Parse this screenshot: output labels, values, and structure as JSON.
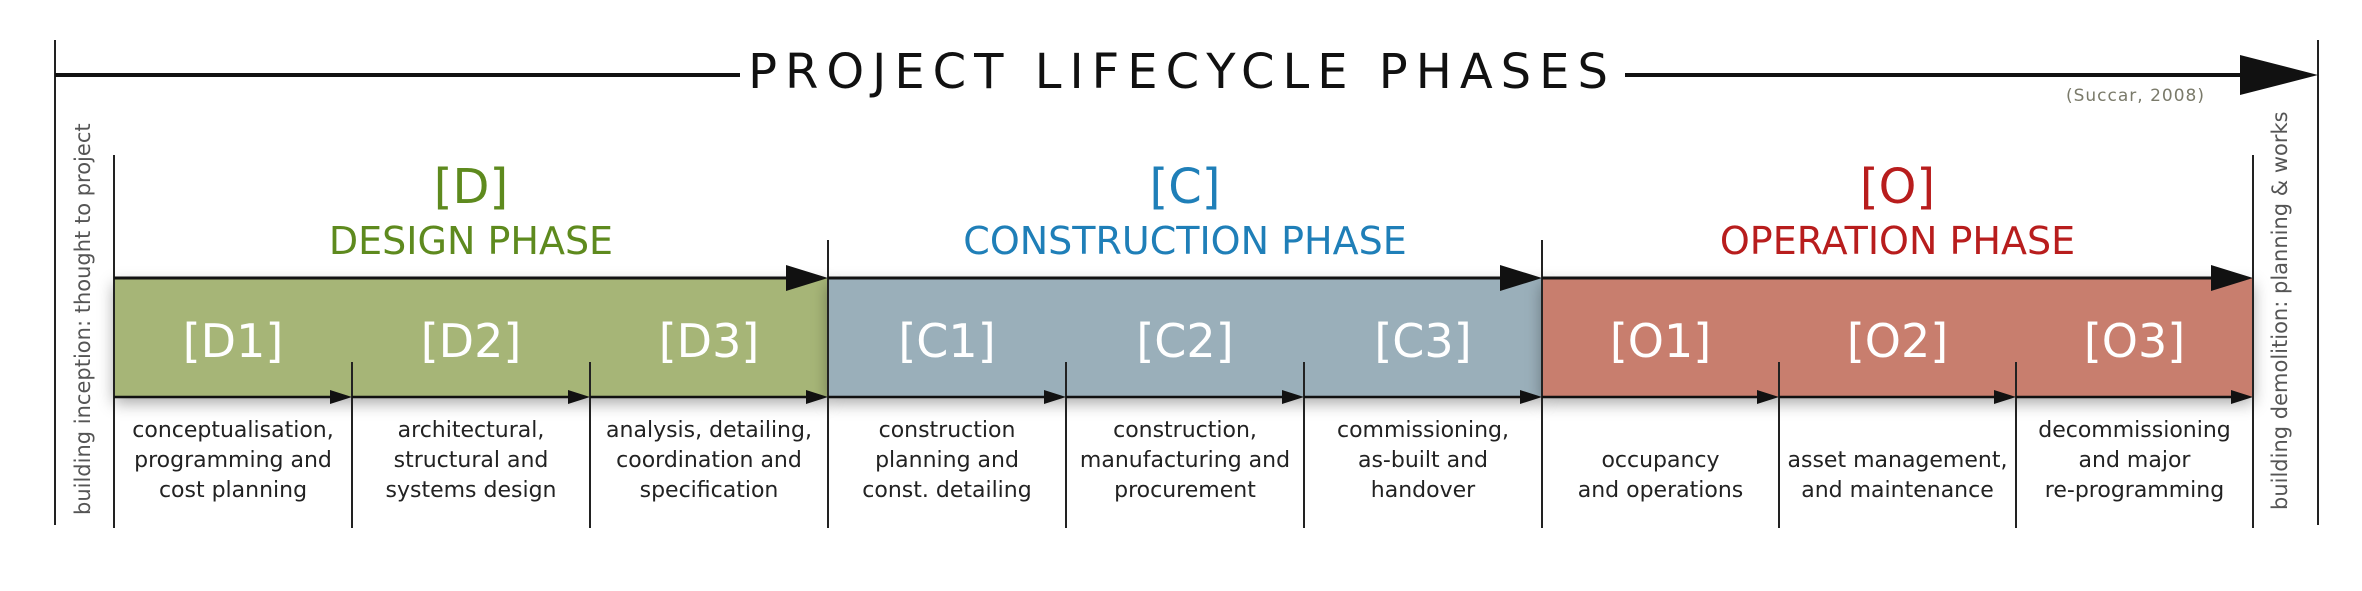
{
  "title": "PROJECT LIFECYCLE PHASES",
  "credit": "(Succar, 2008)",
  "left_label": "building inception:  thought to project",
  "right_label": "building demolition: planning & works",
  "colors": {
    "design": "#5e8a1e",
    "construction": "#1f7fb8",
    "operation": "#b81d1d",
    "design_bar": "#a6b577",
    "construction_bar": "#9aafba",
    "operation_bar": "#c87e6e"
  },
  "phases": [
    {
      "code": "[D]",
      "name": "DESIGN PHASE",
      "subphases": [
        {
          "code": "[D1]",
          "lines": [
            "conceptualisation,",
            "programming and",
            "cost planning"
          ]
        },
        {
          "code": "[D2]",
          "lines": [
            "architectural,",
            "structural and",
            "systems design"
          ]
        },
        {
          "code": "[D3]",
          "lines": [
            "analysis, detailing,",
            "coordination and",
            "specification"
          ]
        }
      ]
    },
    {
      "code": "[C]",
      "name": "CONSTRUCTION PHASE",
      "subphases": [
        {
          "code": "[C1]",
          "lines": [
            "construction",
            "planning and",
            "const. detailing"
          ]
        },
        {
          "code": "[C2]",
          "lines": [
            "construction,",
            "manufacturing and",
            "procurement"
          ]
        },
        {
          "code": "[C3]",
          "lines": [
            "commissioning,",
            "as-built and",
            "handover"
          ]
        }
      ]
    },
    {
      "code": "[O]",
      "name": "OPERATION PHASE",
      "subphases": [
        {
          "code": "[O1]",
          "lines": [
            "occupancy",
            "and operations"
          ]
        },
        {
          "code": "[O2]",
          "lines": [
            "asset management,",
            "and maintenance"
          ]
        },
        {
          "code": "[O3]",
          "lines": [
            "decommissioning",
            "and major",
            "re-programming"
          ]
        }
      ]
    }
  ]
}
